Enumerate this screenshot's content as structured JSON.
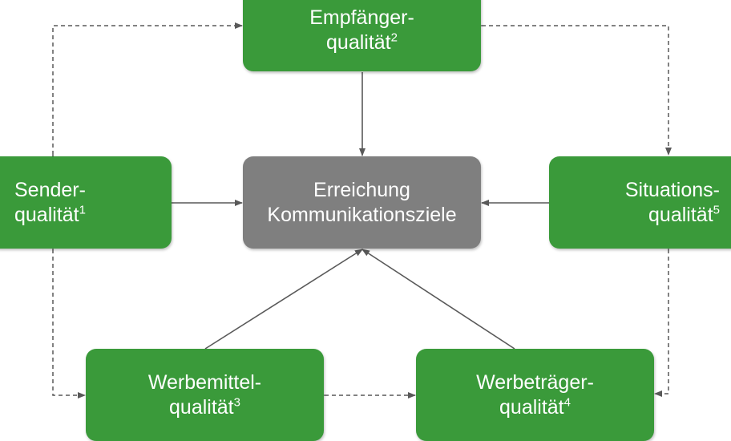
{
  "nodes": {
    "empfaenger": {
      "line1": "Empfänger-",
      "line2": "qualität",
      "sup": "2"
    },
    "sender": {
      "line1": "Sender-",
      "line2": "qualität",
      "sup": "1"
    },
    "ziel": {
      "line1": "Erreichung",
      "line2": "Kommunikationsziele"
    },
    "situation": {
      "line1": "Situations-",
      "line2": "qualität",
      "sup": "5"
    },
    "werbemittel": {
      "line1": "Werbemittel-",
      "line2": "qualität",
      "sup": "3"
    },
    "werbetraeger": {
      "line1": "Werbeträger-",
      "line2": "qualität",
      "sup": "4"
    }
  },
  "colors": {
    "green_box": "#3a9a3a",
    "grey_box": "#7f7f7f",
    "arrow": "#595959"
  }
}
